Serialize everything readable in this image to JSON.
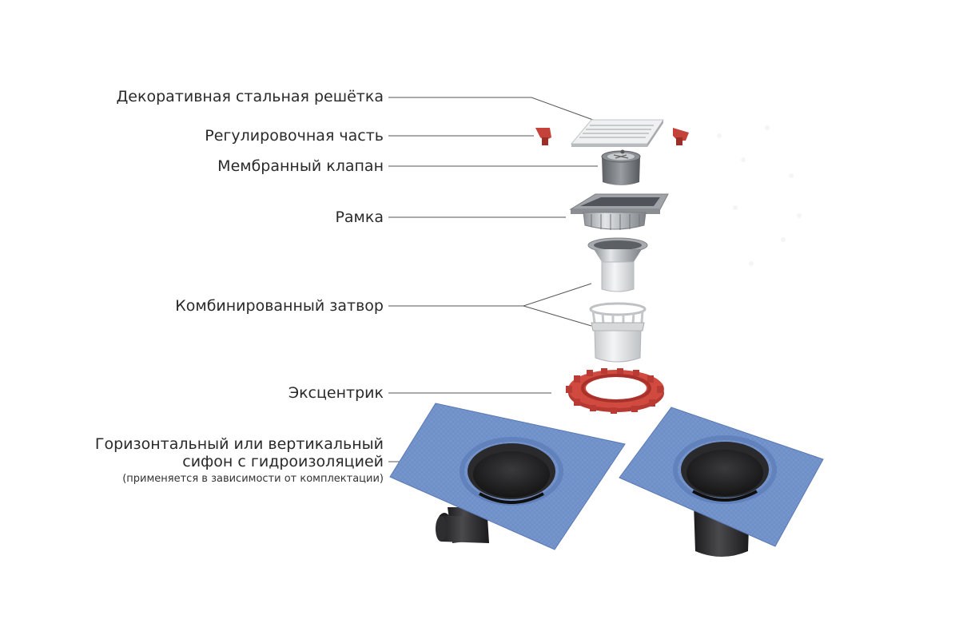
{
  "labels": {
    "grate": "Декоративная стальная решётка",
    "adjuster": "Регулировочная часть",
    "membrane_valve": "Мембранный клапан",
    "frame": "Рамка",
    "combined_trap": "Комбинированный затвор",
    "eccentric": "Эксцентрик",
    "siphon_line1": "Горизонтальный или вертикальный",
    "siphon_line2": "сифон с гидроизоляцией",
    "siphon_note": "(применяется в зависимости от комплектации)"
  },
  "colors": {
    "membrane_blue": "#6f8fc8",
    "rubber_red": "#c4423a",
    "steel": "#b9bcbf",
    "black_pipe": "#2c2c2e",
    "leader_line": "#555555"
  }
}
